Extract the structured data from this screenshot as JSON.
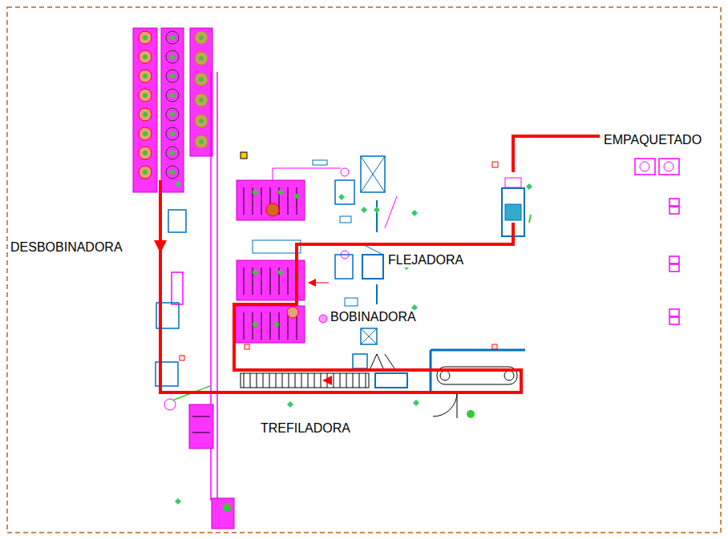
{
  "diagram": {
    "labels": [
      "DESBOBINADORA",
      "FLEJADORA",
      "BOBINADORA",
      "TREFILADORA",
      "EMPAQUETADO"
    ]
  }
}
